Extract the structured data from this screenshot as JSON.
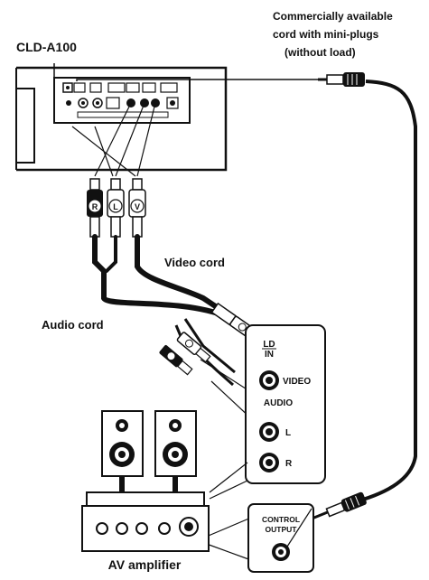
{
  "diagram": {
    "device_label": "CLD-A100",
    "cord_note": [
      "Commercially available",
      "cord with mini-plugs",
      "(without load)"
    ],
    "video_cord_label": "Video cord",
    "audio_cord_label": "Audio cord",
    "amplifier_label": "AV amplifier",
    "panel": {
      "input_label_top": "LD",
      "input_label_bottom": "IN",
      "video_label": "VIDEO",
      "audio_label": "AUDIO",
      "left_label": "L",
      "right_label": "R"
    },
    "control_output": [
      "CONTROL",
      "OUTPUT"
    ],
    "plug_letters": {
      "right": "R",
      "left": "L",
      "video": "V"
    }
  }
}
